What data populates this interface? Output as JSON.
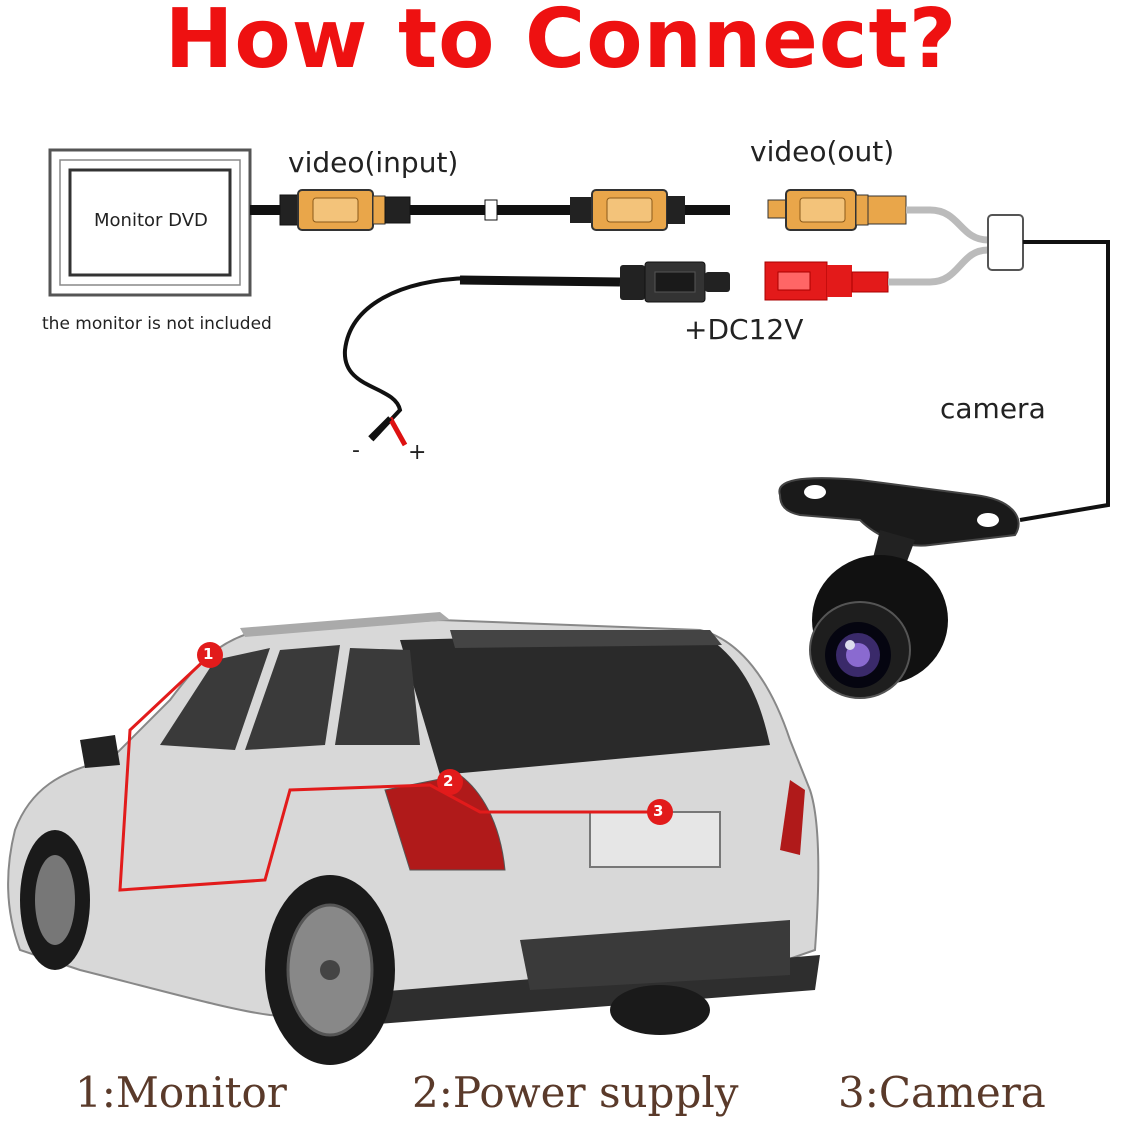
{
  "title": "How to Connect?",
  "monitor": {
    "label": "Monitor DVD",
    "note": "the monitor is not included"
  },
  "connectors": {
    "video_input": "video(input)",
    "video_output": "video(out)",
    "power": "+DC12V",
    "camera": "camera",
    "minus": "-",
    "plus": "+"
  },
  "markers": [
    "1",
    "2",
    "3"
  ],
  "legend": [
    "1:Monitor",
    "2:Power supply",
    "3:Camera"
  ],
  "colors": {
    "title": "#ee1111",
    "route": "#e21b1b",
    "rca_yellow": "#e9a64a",
    "power_red": "#e31a1a",
    "legend_text": "#5a3a2a"
  },
  "icons": [
    "monitor-icon",
    "rca-plug-icon",
    "dc-plug-icon",
    "camera-icon",
    "car-illustration"
  ]
}
